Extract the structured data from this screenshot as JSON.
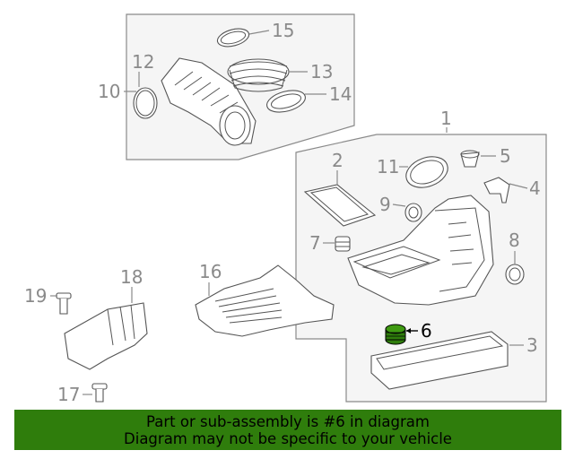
{
  "callouts": {
    "c1": "1",
    "c2": "2",
    "c3": "3",
    "c4": "4",
    "c5": "5",
    "c6": "6",
    "c7": "7",
    "c8": "8",
    "c9": "9",
    "c10": "10",
    "c11": "11",
    "c12": "12",
    "c13": "13",
    "c14": "14",
    "c15": "15",
    "c16": "16",
    "c17": "17",
    "c18": "18",
    "c19": "19"
  },
  "banner": {
    "line1": "Part or sub-assembly is #6 in diagram",
    "line2": "Diagram may not be specific to your vehicle"
  },
  "colors": {
    "banner_bg": "#2f7d0c",
    "highlight_part": "#2f7d0c",
    "panel_bg": "#f5f5f5",
    "line": "#8a8a8a"
  }
}
